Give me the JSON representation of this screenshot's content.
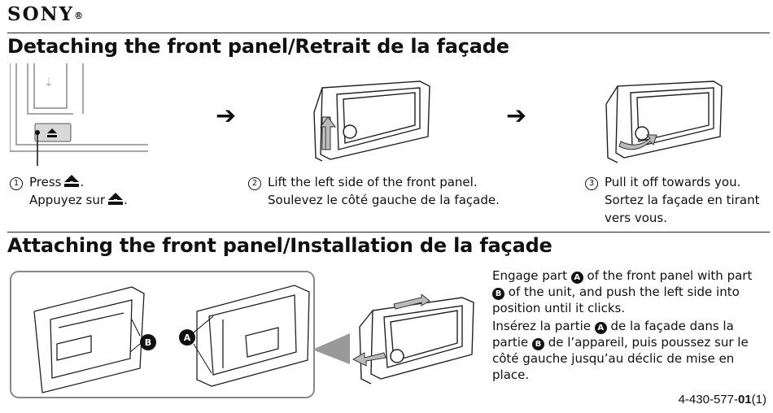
{
  "brand": "SONY",
  "brand_mark": "®",
  "sections": {
    "detach_title": "Detaching the front panel/Retrait de la façade",
    "attach_title": "Attaching the front panel/Installation de la façade"
  },
  "steps": [
    {
      "number": "1",
      "en": "Press",
      "fr": "Appuyez sur",
      "icon": "eject-icon"
    },
    {
      "number": "2",
      "en": "Lift the left side of the front panel.",
      "fr": "Soulevez le côté gauche de la façade."
    },
    {
      "number": "3",
      "en": "Pull it off towards you.",
      "fr_line1": "Sortez la façade en tirant",
      "fr_line2": "vers vous."
    }
  ],
  "arrow_symbol": "➔",
  "attach": {
    "part_a": "A",
    "part_b": "B",
    "en_1": "Engage part",
    "en_2": "of the front panel with part",
    "en_3": "of the unit, and push the left side into position until it clicks.",
    "fr_1": "Insérez la partie",
    "fr_2": "de la façade dans la partie",
    "fr_3": "de l’appareil, puis poussez sur le côté gauche jusqu’au déclic de mise en place."
  },
  "doc_number": {
    "prefix": "4-430-577-",
    "bold": "01",
    "suffix": "(1)"
  }
}
